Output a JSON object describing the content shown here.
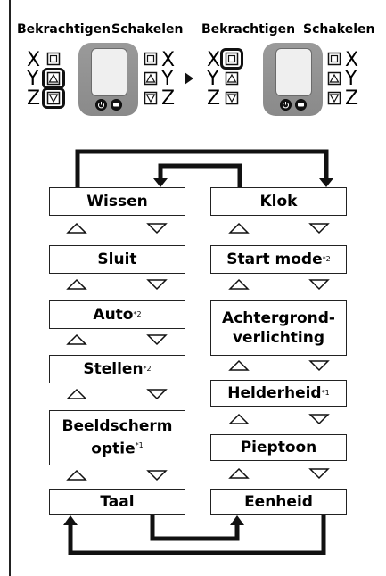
{
  "header": {
    "left": {
      "confirm": "Bekrachtigen",
      "switch": "Schakelen"
    },
    "right": {
      "confirm": "Bekrachtigen",
      "switch": "Schakelen"
    }
  },
  "buttons": {
    "x": "X",
    "y": "Y",
    "z": "Z"
  },
  "device_icons": {
    "power": "power-icon",
    "backlight": "backlight-icon"
  },
  "left_column": [
    {
      "label": "Wissen",
      "note": ""
    },
    {
      "label": "Sluit",
      "note": ""
    },
    {
      "label": "Auto",
      "note": "*2"
    },
    {
      "label": "Stellen",
      "note": "*2"
    },
    {
      "label": "Beeldscherm",
      "label2": "optie",
      "note": "*1"
    },
    {
      "label": "Taal",
      "note": ""
    }
  ],
  "right_column": [
    {
      "label": "Klok",
      "note": ""
    },
    {
      "label": "Start mode",
      "note": "*2"
    },
    {
      "label": "Achtergrond-",
      "label2": "verlichting",
      "note": ""
    },
    {
      "label": "Helderheid",
      "note": "*1"
    },
    {
      "label": "Pieptoon",
      "note": ""
    },
    {
      "label": "Eenheid",
      "note": ""
    }
  ],
  "colors": {
    "line": "#111111",
    "device": "#8f8f8f",
    "screen": "#efefef"
  }
}
